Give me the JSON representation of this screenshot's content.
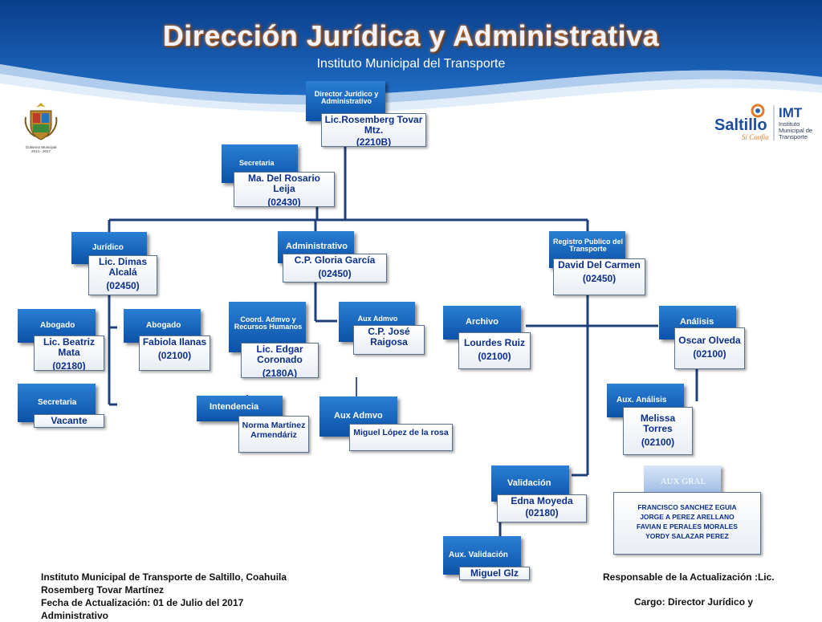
{
  "header": {
    "title": "Dirección Jurídica y Administrativa",
    "subtitle": "Instituto Municipal del Transporte"
  },
  "logos": {
    "left_caption_1": "Gobierno Municipal",
    "left_caption_2": "2014 - 2017",
    "right_city": "Saltillo",
    "right_tagline": "Sí Confío",
    "right_acronym": "IMT",
    "right_line1": "Instituto",
    "right_line2": "Municipal de",
    "right_line3": "Transporte"
  },
  "org": {
    "director": {
      "title": "Director Jurídico y Administrativo",
      "name": "Lic.Rosemberg Tovar Mtz.",
      "code": "(2210B)"
    },
    "secretaria": {
      "title": "Secretaria",
      "name": "Ma. Del Rosario Leija",
      "code": "(02430)"
    },
    "juridico": {
      "title": "Jurídico",
      "name": "Lic. Dimas Alcalá",
      "code": "(02450)"
    },
    "administrativo": {
      "title": "Administrativo",
      "name": "C.P. Gloria García",
      "code": "(02450)"
    },
    "registro": {
      "title": "Registro Publico del Transporte",
      "name": "David  Del Carmen",
      "code": "(02450)"
    },
    "abogado1": {
      "title": "Abogado",
      "name": "Lic. Beatriz Mata",
      "code": "(02180)"
    },
    "abogado2": {
      "title": "Abogado",
      "name": "Fabiola Ilanas",
      "code": "(02100)"
    },
    "secretaria2": {
      "title": "Secretaria",
      "name": "Vacante"
    },
    "coord": {
      "title": "Coord. Admvo y Recursos Humanos",
      "name": "Lic. Edgar Coronado",
      "code": "(2180A)"
    },
    "auxadmvo1": {
      "title": "Aux Admvo",
      "name": "C.P. José Raigosa"
    },
    "intendencia": {
      "title": "Intendencia",
      "name": "Norma Martínez Armendáriz"
    },
    "auxadmvo2": {
      "title": "Aux Admvo",
      "name": "Miguel López de la rosa"
    },
    "archivo": {
      "title": "Archivo",
      "name": "Lourdes Ruiz",
      "code": "(02100)"
    },
    "analisis": {
      "title": "Análisis",
      "name": "Oscar Olveda",
      "code": "(02100)"
    },
    "auxanalisis": {
      "title": "Aux. Análisis",
      "name": "Melissa Torres",
      "code": "(02100)"
    },
    "auxgral": {
      "title": "AUX GRAL",
      "members": [
        "FRANCISCO  SANCHEZ EGUIA",
        "JORGE A PEREZ ARELLANO",
        "FAVIAN E PERALES MORALES",
        "YORDY SALAZAR PEREZ"
      ]
    },
    "validacion": {
      "title": "Validación",
      "name": "Edna Moyeda",
      "code": "(02180)"
    },
    "auxvalidacion": {
      "title": "Aux. Validación",
      "name": "Miguel Glz"
    }
  },
  "footer": {
    "line1": "Instituto Municipal de Transporte de Saltillo, Coahuila",
    "line2": "Rosemberg Tovar Martínez",
    "line3": "Fecha de Actualización: 01 de Julio del 2017",
    "line4": "Administrativo",
    "right1": "Responsable de la Actualización :Lic.",
    "right2": "Cargo: Director Jurídico y"
  }
}
